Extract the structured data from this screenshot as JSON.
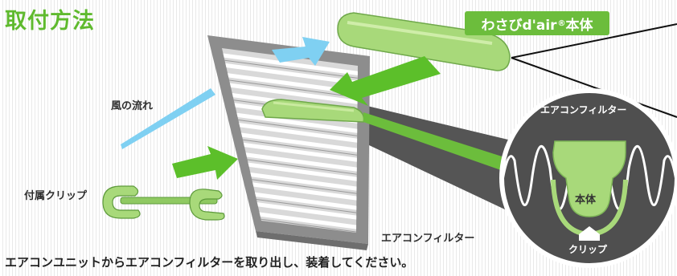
{
  "title": "取付方法",
  "product_badge": {
    "name": "わさびd'air",
    "mark": "®",
    "suffix": "本体"
  },
  "labels": {
    "airflow": "風の流れ",
    "clip": "付属クリップ",
    "filter": "エアコンフィルター",
    "instruction": "エアコンユニットからエアコンフィルターを取り出し、装着してください。"
  },
  "zoom": {
    "filter": "エアコンフィルター",
    "body": "本体",
    "clip": "クリップ"
  },
  "colors": {
    "title_green": "#5fba2e",
    "product_green": "#a8d97a",
    "arrow_green": "#5cbf2a",
    "air_blue": "#6cc8f0",
    "filter_frame": "#8c8c8c",
    "zoom_bg": "#555555"
  }
}
